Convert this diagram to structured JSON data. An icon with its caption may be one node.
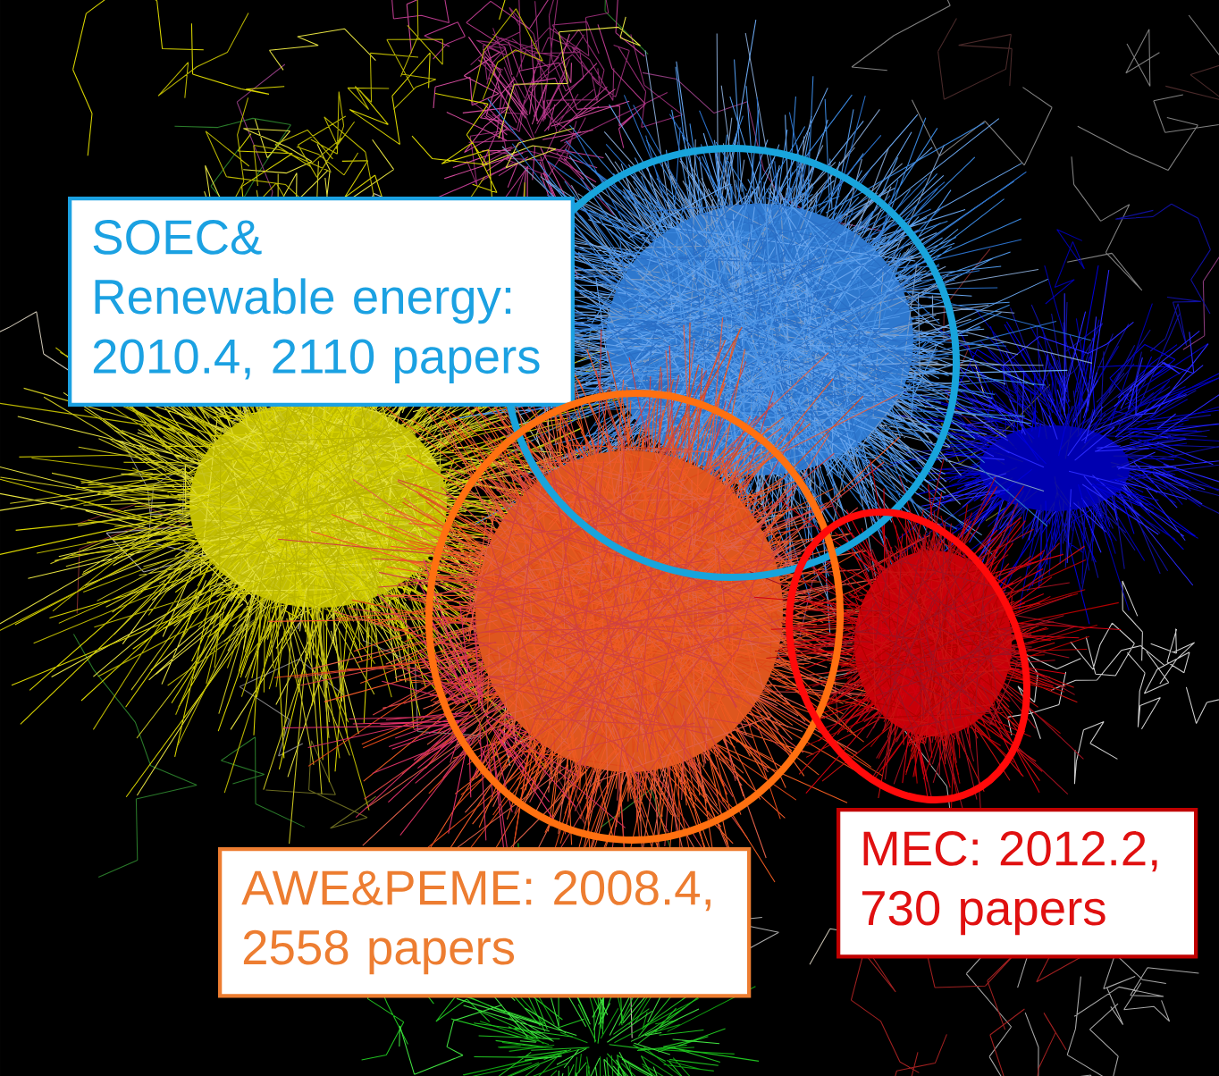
{
  "diagram": {
    "nodes": [
      {
        "text": [],
        "shape": "ellipse"
      },
      {
        "text": [
          "SOEC& Renewable energy: 2010.4, 2110 papers"
        ]
      },
      {
        "text": [],
        "shape": "ellipse"
      },
      {
        "text": [],
        "shape": "ellipse"
      },
      {
        "text": [
          "AWE&PEME: 2008.4, 2558 papers"
        ]
      },
      {
        "text": [
          "MEC: 2012.2, 730 papers"
        ]
      }
    ]
  }
}
